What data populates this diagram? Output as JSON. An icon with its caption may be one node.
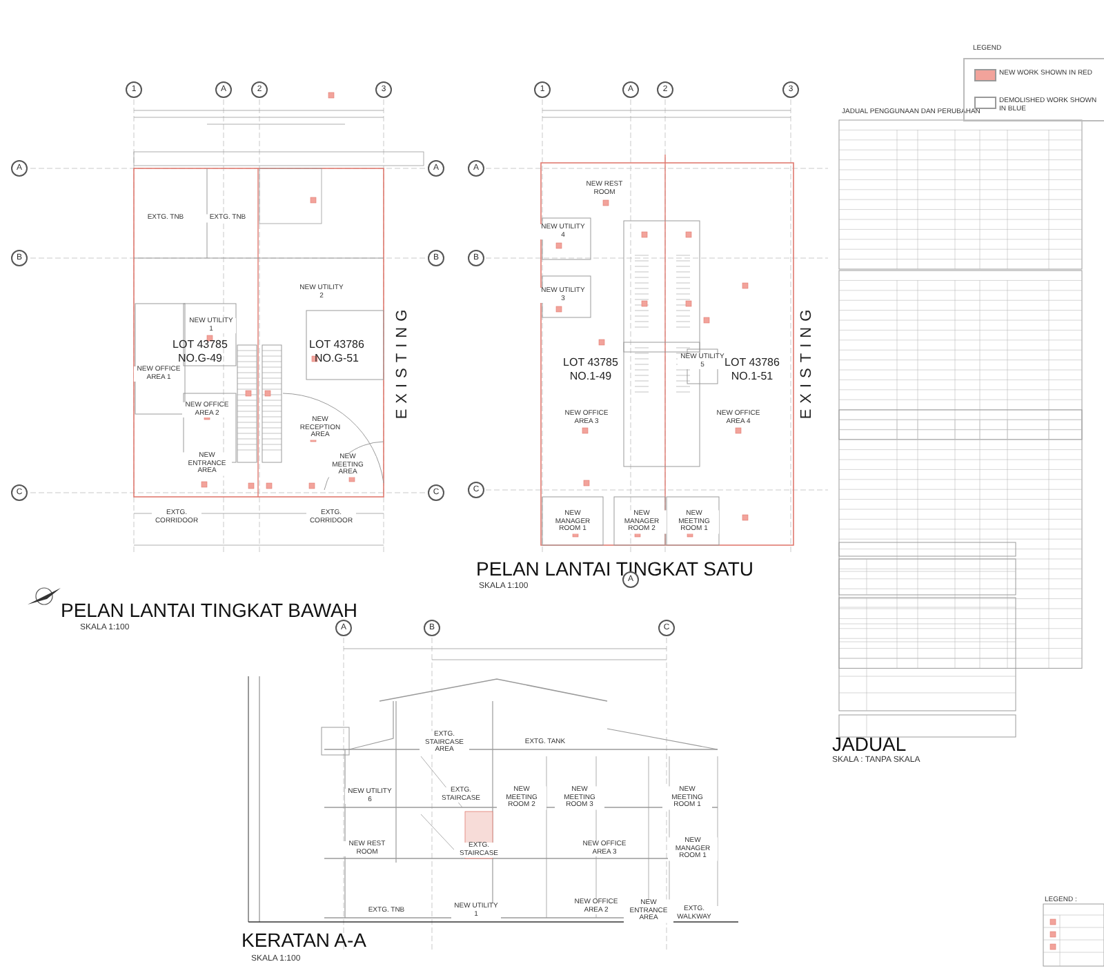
{
  "diagram": {
    "labels": [
      "LEGEND",
      "1",
      "A",
      "2",
      "3",
      "A",
      "B",
      "C",
      "A",
      "B",
      "C",
      "EXTG. TNB",
      "EXTG. TNB",
      "NEW UTILITY 2",
      "NEW UTILITY 1",
      "LOT 43785",
      "NO.G-49",
      "LOT 43786",
      "NO.G-51",
      "NEW OFFICE AREA 1",
      "NEW OFFICE AREA 2",
      "NEW RECEPTION AREA",
      "NEW ENTRANCE AREA",
      "NEW MEETING AREA",
      "EXTG. CORRIDOOR",
      "EXTG. CORRIDOOR",
      "EXISTING",
      "PELAN LANTAI TINGKAT BAWAH",
      "SKALA 1:100",
      "1",
      "A",
      "2",
      "3",
      "A",
      "B",
      "C",
      "NEW REST ROOM",
      "NEW UTILITY 4",
      "NEW UTILITY 3",
      "NEW UTILITY 5",
      "LOT 43785",
      "NO.1-49",
      "LOT 43786",
      "NO.1-51",
      "NEW OFFICE AREA 3",
      "NEW OFFICE AREA 4",
      "NEW MANAGER ROOM 1",
      "NEW MANAGER ROOM 2",
      "NEW MEETING ROOM 1",
      "EXISTING",
      "PELAN LANTAI TINGKAT SATU",
      "SKALA 1:100",
      "A",
      "JADUAL PENGGUNAAN DAN PERUBAHAN",
      "A",
      "B",
      "C",
      "EXTG. STAIRCASE AREA",
      "EXTG. TANK",
      "NEW UTILITY 6",
      "EXTG. STAIRCASE",
      "NEW MEETING ROOM 2",
      "NEW MEETING ROOM 3",
      "NEW MEETING ROOM 1",
      "NEW REST ROOM",
      "EXTG. STAIRCASE",
      "NEW OFFICE AREA 3",
      "NEW MANAGER ROOM 1",
      "EXTG. TNB",
      "NEW UTILITY 1",
      "NEW OFFICE AREA 2",
      "NEW ENTRANCE AREA",
      "EXTG. WALKWAY",
      "KERATAN A-A",
      "SKALA 1:100",
      "JADUAL",
      "SKALA : TANPA SKALA",
      "LEGEND :"
    ],
    "legend": [
      {
        "text": "NEW WORK SHOWN IN RED",
        "color": "#f2a39b"
      },
      {
        "text": "DEMOLISHED WORK SHOWN IN BLUE",
        "color": "#ffffff"
      }
    ]
  }
}
